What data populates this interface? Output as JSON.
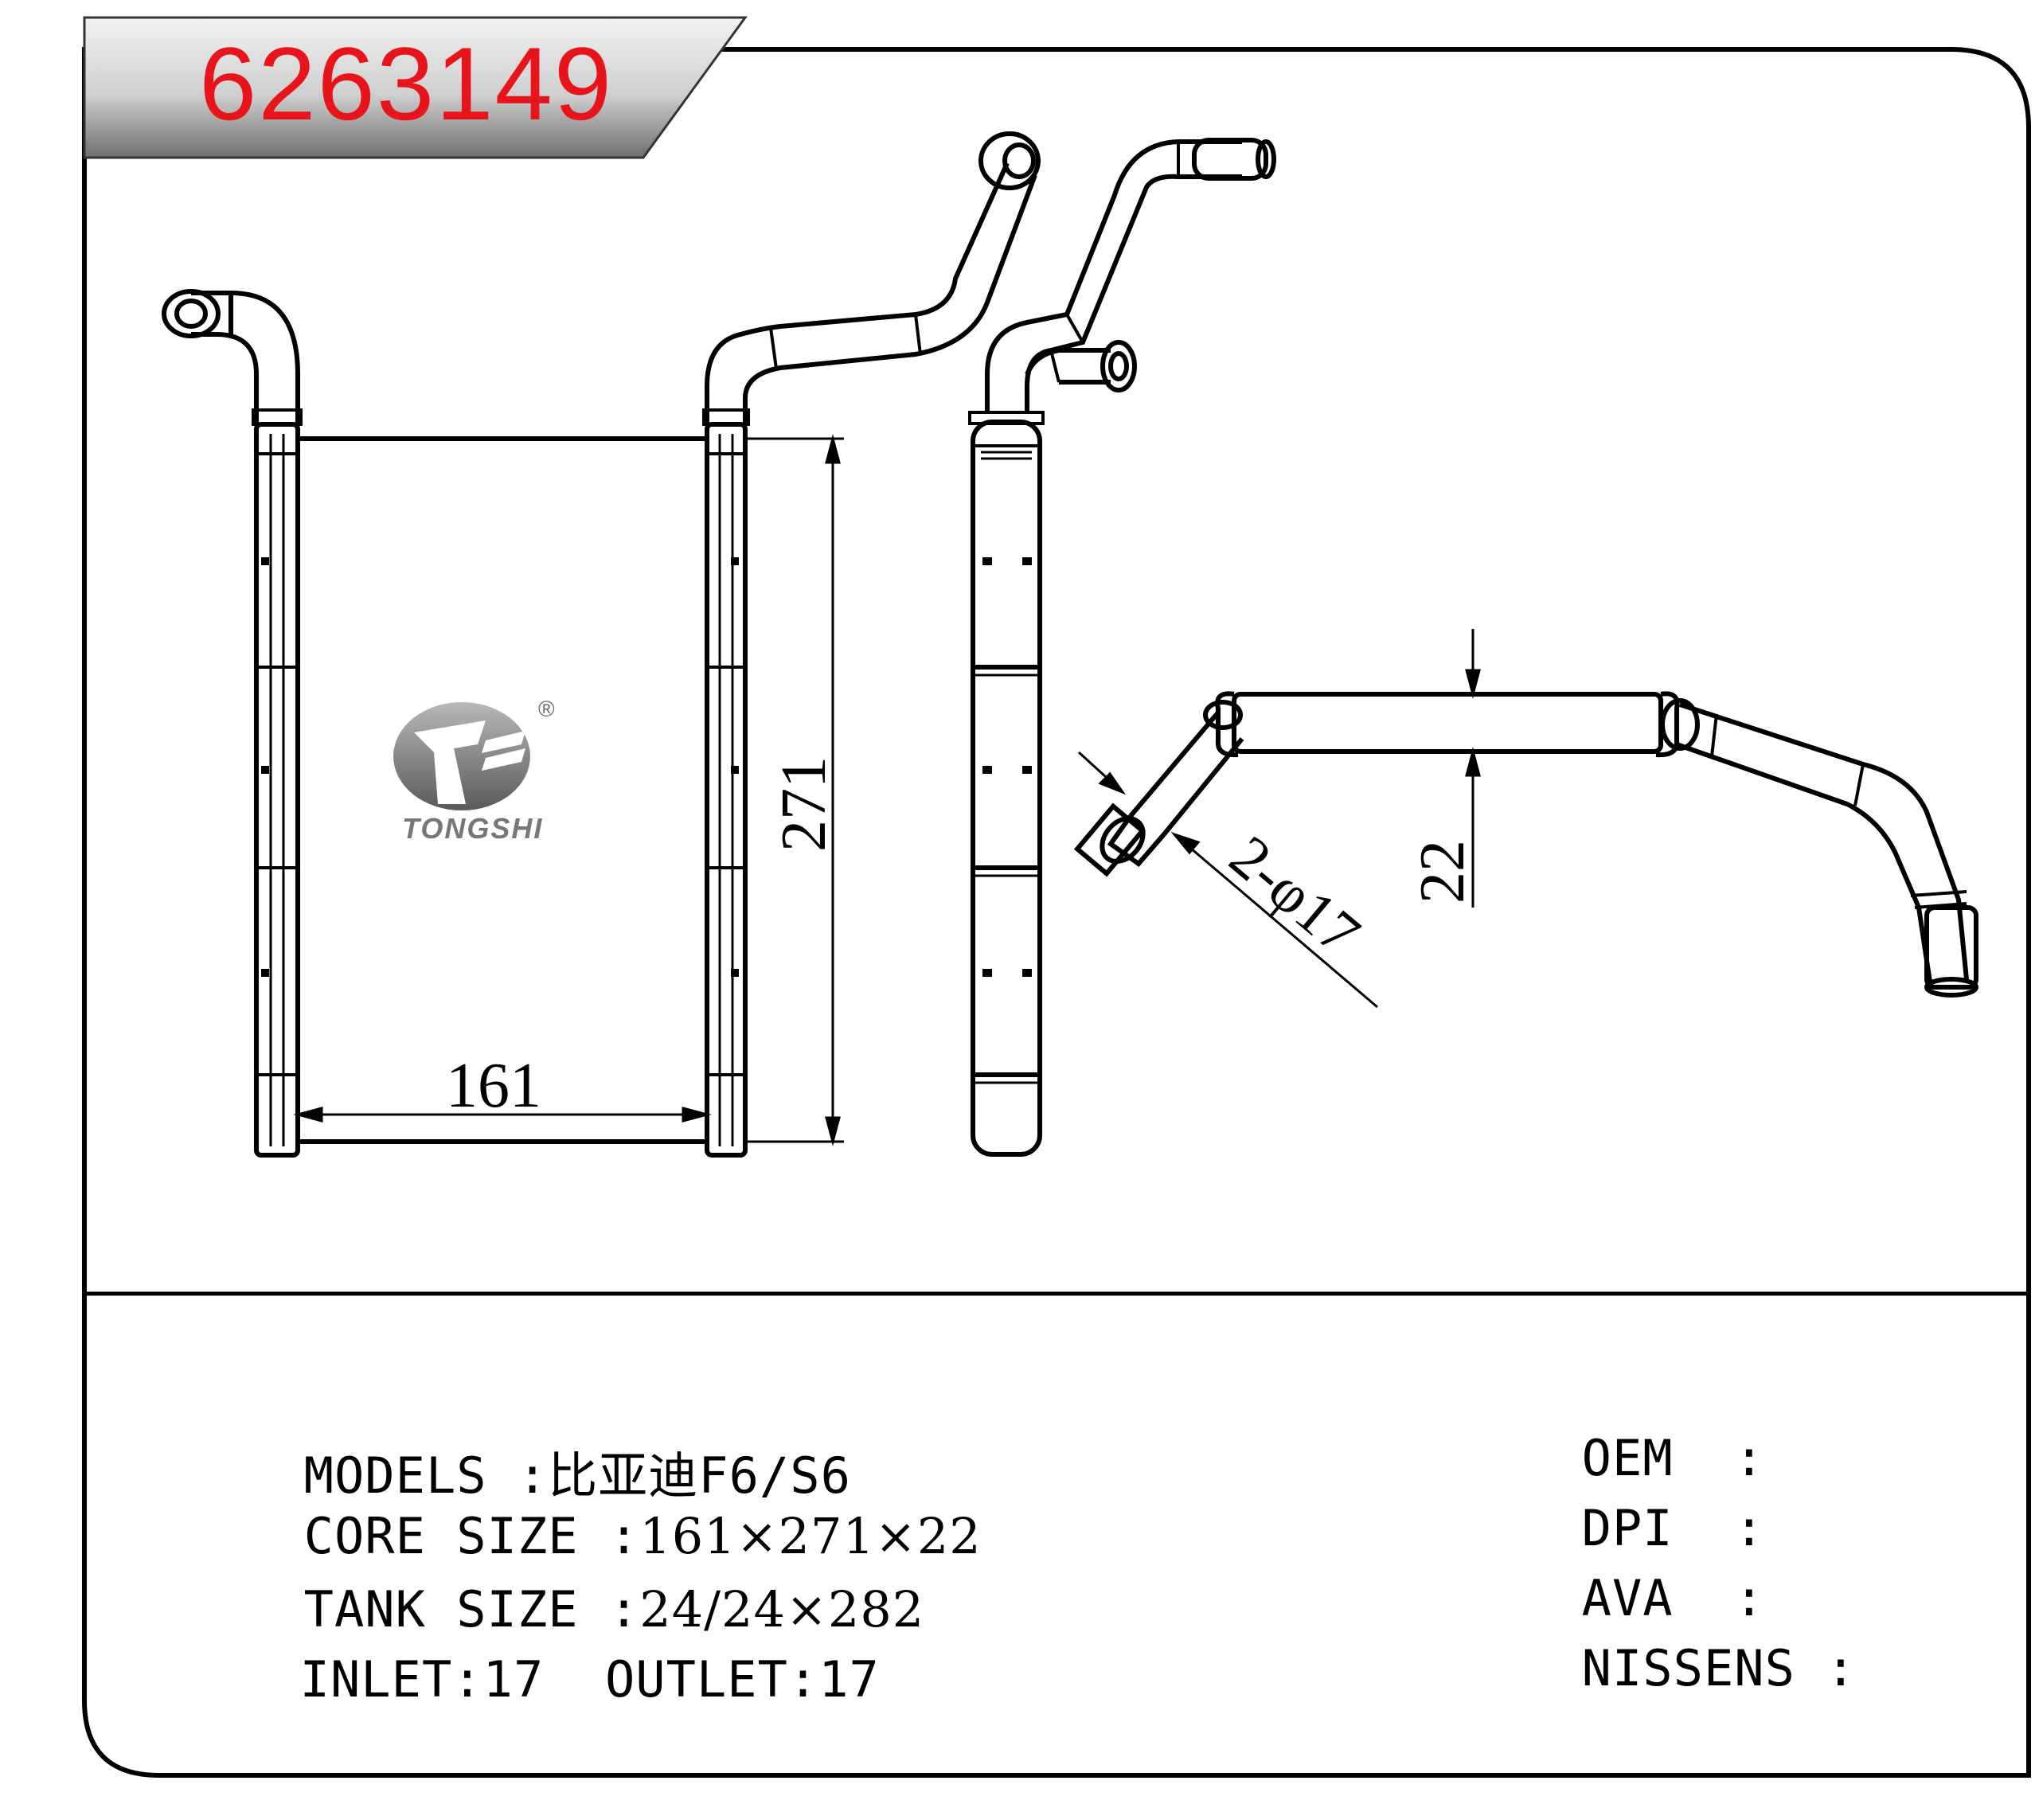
{
  "title": {
    "part_number": "6263149"
  },
  "logo": {
    "brand": "TONGSHI",
    "registered_mark": "®"
  },
  "dimensions": {
    "width": "161",
    "height": "271",
    "depth": "22",
    "pipe": "2-φ17"
  },
  "specs": {
    "models": {
      "label": "MODELS :",
      "value": "比亚迪F6/S6"
    },
    "core_size": {
      "label": "CORE SIZE :",
      "value": "161×271×22"
    },
    "tank_size": {
      "label": "TANK SIZE :",
      "value": "24/24×282"
    },
    "inlet": {
      "label": "INLET:",
      "value": "17"
    },
    "outlet": {
      "label": "OUTLET:",
      "value": "17"
    }
  },
  "references": [
    {
      "label": "OEM  :",
      "value": ""
    },
    {
      "label": "DPI  :",
      "value": ""
    },
    {
      "label": "AVA  :",
      "value": ""
    },
    {
      "label": "NISSENS :",
      "value": ""
    }
  ]
}
